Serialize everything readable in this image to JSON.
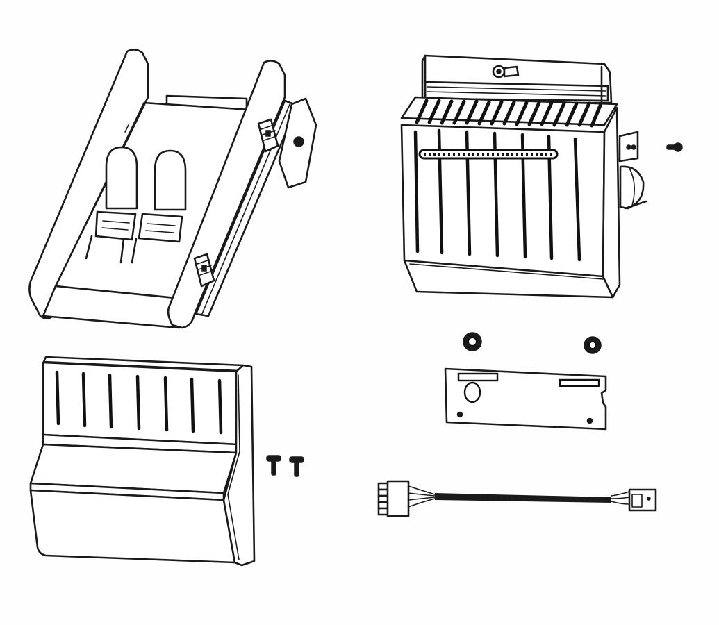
{
  "diagram": {
    "type": "exploded-parts-illustration",
    "style": "black line art on white",
    "background": "#ffffff",
    "line_color": "#1a1a1a",
    "components": [
      {
        "id": "media-tray",
        "label": "Media tray / peeler bracket with two guide posts and clamps",
        "position": "top-left"
      },
      {
        "id": "cutter-module",
        "label": "Cutter module with hatched top, vertical ribs and motor",
        "position": "top-right"
      },
      {
        "id": "screw-single",
        "label": "Mounting screw (1)",
        "position": "right of cutter-module"
      },
      {
        "id": "front-cover",
        "label": "Front cover with vertical slots",
        "position": "bottom-left"
      },
      {
        "id": "screws-pair",
        "label": "Mounting screws (2)",
        "position": "right of front-cover"
      },
      {
        "id": "nuts-pair",
        "label": "Thumb nuts (2)",
        "position": "middle-right"
      },
      {
        "id": "mounting-plate",
        "label": "Mounting plate / bracket",
        "position": "middle-right"
      },
      {
        "id": "cable",
        "label": "Wiring harness cable with connectors",
        "position": "bottom-right"
      }
    ]
  }
}
